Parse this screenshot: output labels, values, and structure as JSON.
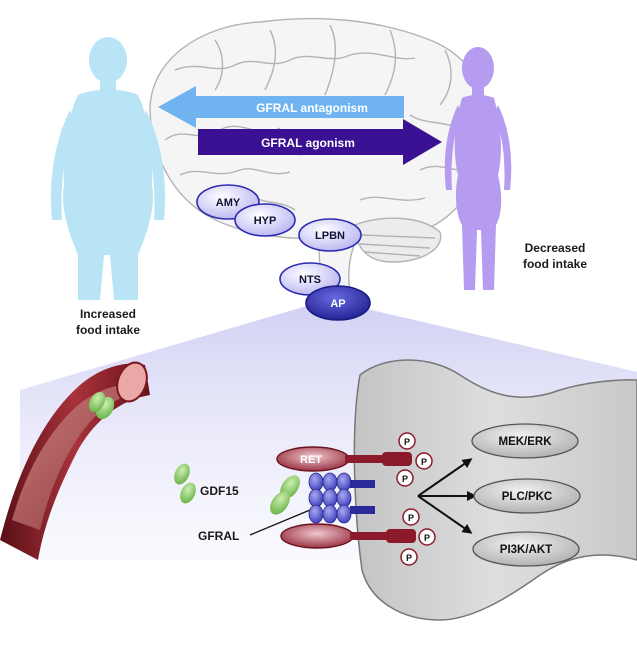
{
  "colors": {
    "obese_figure": "#b9e4f6",
    "thin_figure": "#b59cf0",
    "antagonism_arrow": "#6fb4f0",
    "agonism_arrow": "#3a1192",
    "brain_fill": "#f4f4f4",
    "brain_stroke": "#b8b8b8",
    "node_fill": "#c9c6f7",
    "node_stroke": "#2b2bb0",
    "ap_fill": "#2f2fb5",
    "cell_fill": "#d2d2d2",
    "receptor_red": "#8b1a2a",
    "gfral_blue": "#4848c8",
    "gdf15_green": "#7fc35a"
  },
  "figures": {
    "left_label_line1": "Increased",
    "left_label_line2": "food intake",
    "right_label_line1": "Decreased",
    "right_label_line2": "food intake"
  },
  "arrows": {
    "antagonism": "GFRAL antagonism",
    "agonism": "GFRAL agonism"
  },
  "brain_regions": [
    "AMY",
    "HYP",
    "LPBN",
    "NTS",
    "AP"
  ],
  "molecules": {
    "gdf15": "GDF15",
    "gfral": "GFRAL",
    "ret": "RET",
    "phospho": "P"
  },
  "pathways": [
    "MEK/ERK",
    "PLC/PKC",
    "PI3K/AKT"
  ]
}
